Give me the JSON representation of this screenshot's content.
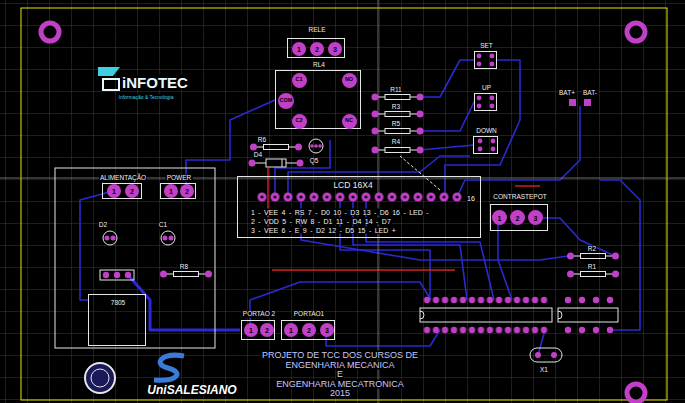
{
  "diagram": {
    "nodes": [
      {
        "text": [
          "RELE"
        ]
      },
      {
        "text": [
          "1"
        ],
        "in": 0
      },
      {
        "text": [
          "2"
        ],
        "in": 0
      },
      {
        "text": [
          "3"
        ],
        "in": 0
      },
      {
        "text": [
          "SET"
        ]
      },
      {
        "text": [
          "RL4"
        ]
      },
      {
        "text": [
          "C1"
        ],
        "in": 5
      },
      {
        "text": [
          "NO"
        ],
        "in": 5
      },
      {
        "text": [
          "COM"
        ],
        "in": 5
      },
      {
        "text": [
          "C2"
        ],
        "in": 5
      },
      {
        "text": [
          "NC"
        ],
        "in": 5
      },
      {
        "text": [
          "UP"
        ]
      },
      {
        "text": [
          "DOWN"
        ]
      },
      {
        "text": [
          "ALIMENTAÇÃO"
        ]
      },
      {
        "text": [
          "1"
        ],
        "in": 13
      },
      {
        "text": [
          "2"
        ],
        "in": 13
      },
      {
        "text": [
          "POWER"
        ]
      },
      {
        "text": [
          "1"
        ],
        "in": 16
      },
      {
        "text": [
          "2"
        ],
        "in": 16
      },
      {
        "text": [
          "LCD 16X4",
          "16",
          "1 - VEE 4 - RS 7 - D0 10 - D3 13 - D6 16 - LED -",
          "2 - VDD 5 - RW 8 - D1 11 - D4 14 - D7",
          "3 - VEE 6 - E 9 - D2 12 - D5 15 - LED +"
        ]
      },
      {
        "text": [
          "CONTRASTEPOT"
        ]
      },
      {
        "text": [
          "1"
        ],
        "in": 20
      },
      {
        "text": [
          "2"
        ],
        "in": 20
      },
      {
        "text": [
          "3"
        ],
        "in": 20
      },
      {
        "text": [
          "7805"
        ]
      },
      {
        "text": [
          "PORTAO 2"
        ]
      },
      {
        "text": [
          "1"
        ],
        "in": 25
      },
      {
        "text": [
          "2"
        ],
        "in": 25
      },
      {
        "text": [
          "PORTAO1"
        ]
      },
      {
        "text": [
          "1"
        ],
        "in": 28
      },
      {
        "text": [
          "2"
        ],
        "in": 28
      },
      {
        "text": [
          "3"
        ],
        "in": 28
      }
    ],
    "labels": [
      "iNFOTEC",
      "Informação & Tecnologia",
      "BAT+",
      "BAT-",
      "R11",
      "R3",
      "R5",
      "R4",
      "R6",
      "D4",
      "Q5",
      "D2",
      "C1",
      "R8",
      "R2",
      "R1",
      "X1",
      "PROJETO DE TCC DOS CURSOS DE",
      "ENGENHARIA MECANICA",
      "E",
      "ENGENHARIA MECATRONICA",
      "2015",
      "UniSALESIANO"
    ]
  }
}
